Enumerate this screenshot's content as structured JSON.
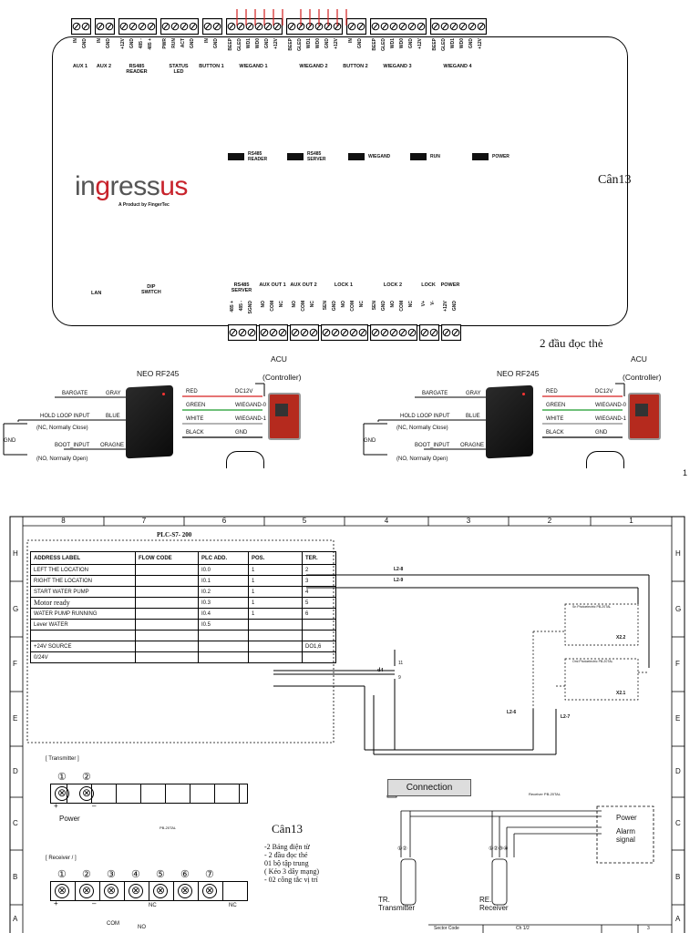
{
  "controller": {
    "top_groups": [
      {
        "label": "AUX 1",
        "terms": [
          "IN",
          "GND"
        ]
      },
      {
        "label": "AUX 2",
        "terms": [
          "IN",
          "GND"
        ]
      },
      {
        "label": "RS485\nREADER",
        "terms": [
          "+12V",
          "GND",
          "485 -",
          "485 +"
        ]
      },
      {
        "label": "STATUS\nLED",
        "terms": [
          "PWR",
          "RUN",
          "ACT",
          "GND"
        ]
      },
      {
        "label": "BUTTON 1",
        "terms": [
          "IN",
          "GND"
        ]
      },
      {
        "label": "WIEGAND 1",
        "terms": [
          "BEEP",
          "GLED",
          "WD1",
          "WD0",
          "GND",
          "+12V"
        ]
      },
      {
        "label": "WIEGAND 2",
        "terms": [
          "BEEP",
          "GLED",
          "WD1",
          "WD0",
          "GND",
          "+12V"
        ]
      },
      {
        "label": "BUTTON 2",
        "terms": [
          "IN",
          "GND"
        ]
      },
      {
        "label": "WIEGAND 3",
        "terms": [
          "BEEP",
          "GLED",
          "WD1",
          "WD0",
          "GND",
          "+12V"
        ]
      },
      {
        "label": "WIEGAND 4",
        "terms": [
          "BEEP",
          "GLED",
          "WD1",
          "WD0",
          "GND",
          "+12V"
        ]
      }
    ],
    "indicators": [
      "RS485\nREADER",
      "RS485\nSERVER",
      "WIEGAND",
      "RUN",
      "POWER"
    ],
    "brand": {
      "ing": "in",
      "g": "g",
      "ress": "ress",
      "us": "us",
      "tagline": "A Product by FingerTec"
    },
    "bottom_labels": {
      "lan": "LAN",
      "dip": "DIP\nSWITCH"
    },
    "bottom_groups": [
      {
        "label": "RS485\nSERVER",
        "terms": [
          "485 +",
          "485 -",
          "SGND"
        ]
      },
      {
        "label": "AUX OUT 1",
        "terms": [
          "NO",
          "COM",
          "NC"
        ]
      },
      {
        "label": "AUX OUT 2",
        "terms": [
          "NO",
          "COM",
          "NC"
        ]
      },
      {
        "label": "LOCK 1",
        "terms": [
          "SEN",
          "GND",
          "NO",
          "COM",
          "NC"
        ]
      },
      {
        "label": "LOCK 2",
        "terms": [
          "SEN",
          "GND",
          "NO",
          "COM",
          "NC"
        ]
      },
      {
        "label": "LOCK",
        "terms": [
          "V+",
          "V-"
        ]
      },
      {
        "label": "POWER",
        "terms": [
          "+12V",
          "GND"
        ]
      }
    ]
  },
  "handwritten": {
    "can13_top": "Cân13",
    "two_readers": "2 đầu đọc thẻ",
    "can13_bottom": "Cân13",
    "notes": [
      "-2 Bảng điện từ",
      "- 2 đầu đọc thẻ",
      "01 bộ tập trung",
      "( Kéo 3 dây mạng)",
      "- 02 công tắc vị trí"
    ]
  },
  "reader_wiring": {
    "reader_title": "NEO RF245",
    "acu_title": "ACU",
    "acu_subtitle": "(Controller)",
    "left_inputs": [
      "BARGATE",
      "HOLD LOOP INPUT",
      "(NC, Normally Close)",
      "BOOT_INPUT",
      "(NO, Normally Open)"
    ],
    "left_colors": [
      "GRAY",
      "BLUE",
      "ORAGNE"
    ],
    "gnd": "GND",
    "wires": [
      {
        "color_name": "RED",
        "signal": "DC12V",
        "hex": "#d62020"
      },
      {
        "color_name": "GREEN",
        "signal": "WIEGAND-0",
        "hex": "#1a9a2a"
      },
      {
        "color_name": "WHITE",
        "signal": "WIEGAND-1",
        "hex": "#888888"
      },
      {
        "color_name": "BLACK",
        "signal": "GND",
        "hex": "#000000"
      }
    ]
  },
  "page_number": "1",
  "plc": {
    "cols": [
      "8",
      "7",
      "6",
      "5",
      "4",
      "3",
      "2",
      "1"
    ],
    "rows": [
      "H",
      "G",
      "F",
      "E",
      "D",
      "C",
      "B",
      "A"
    ],
    "title": "PLC-S7- 200",
    "headers": [
      "ADDRESS LABEL",
      "FLOW CODE",
      "PLC ADD.",
      "POS.",
      "TER."
    ],
    "table_rows": [
      [
        "LEFT THE LOCATION",
        "",
        "I0.0",
        "1",
        "2"
      ],
      [
        "RIGHT THE LOCATION",
        "",
        "I0.1",
        "1",
        "3"
      ],
      [
        "START WATER PUMP",
        "",
        "I0.2",
        "1",
        "4"
      ],
      [
        "Motor ready",
        "",
        "I0.3",
        "1",
        "5"
      ],
      [
        "WATER PUMP RUNNING",
        "",
        "I0.4",
        "1",
        "6"
      ],
      [
        "Lever WATER",
        "",
        "I0.5",
        "",
        ""
      ],
      [
        "",
        "",
        "",
        "",
        ""
      ],
      [
        "+24V SOURCE",
        "",
        "",
        "",
        "DO1,6"
      ],
      [
        "0/24V",
        "",
        "",
        "",
        ""
      ]
    ],
    "wire_labels": {
      "l28": "L2-8",
      "l29": "L2-9",
      "d4": "d4",
      "n11": "11",
      "n9": "9",
      "l26": "L2-6",
      "l27": "L2-7",
      "x22": "X2.2",
      "x21": "X2.1",
      "sensor1": "Sn Photoelectric PB-20TAL",
      "sensor2": "Omi Photoelectric PB-20TAL"
    },
    "transmitter": {
      "title": "[ Transmitter  ]",
      "nums": [
        "①",
        "②"
      ],
      "label": "Power",
      "model": "PB-20TAL"
    },
    "receiver": {
      "title": "[ Receiver / ]",
      "nums": [
        "①",
        "②",
        "③",
        "④",
        "⑤",
        "⑥",
        "⑦"
      ],
      "com": "COM",
      "no": "NO",
      "nc": "NC"
    },
    "connection": {
      "title": "Connection",
      "receiver_model": "Receiver PB-20TAL",
      "power": "Power",
      "alarm": "Alarm\nsignal",
      "tr_nums": "①②",
      "re_nums": "①②③④",
      "tr": "TR.\nTransmitter",
      "re": "RE.\nReceiver"
    },
    "titleblock": [
      "Sector Code",
      "Ch 1/2",
      "",
      "3"
    ]
  }
}
